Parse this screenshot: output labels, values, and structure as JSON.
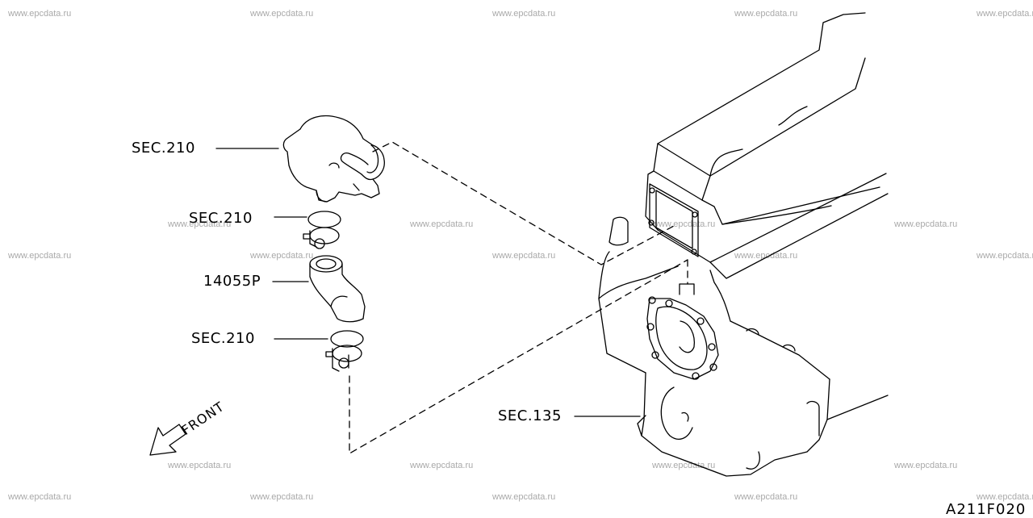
{
  "watermark": "www.epcdata.ru",
  "callouts": {
    "thermostat_housing": "SEC.210",
    "upper_clamp": "SEC.210",
    "hose": "14055P",
    "lower_clamp": "SEC.210",
    "engine_block": "SEC.135"
  },
  "front_label": "FRONT",
  "diagram_code": "A211F020",
  "colors": {
    "line": "#000000",
    "watermark": "#a9a9a9",
    "background": "#ffffff"
  },
  "icons": {
    "front_arrow": "arrow-down-left-icon"
  }
}
